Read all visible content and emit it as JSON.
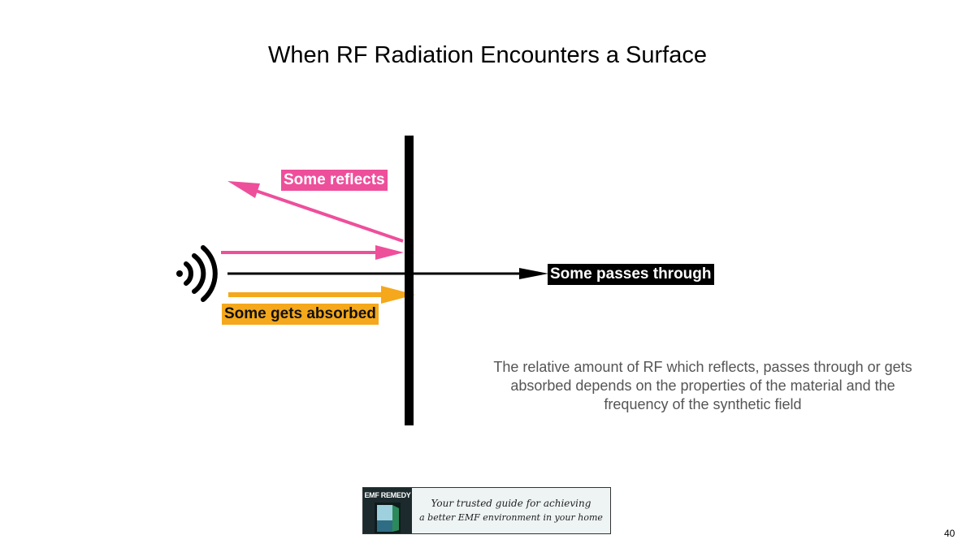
{
  "slide": {
    "title": "When RF Radiation Encounters a Surface",
    "page_number": "40"
  },
  "diagram": {
    "labels": {
      "reflects": "Some reflects",
      "passes": "Some passes through",
      "absorbed": "Some gets absorbed"
    },
    "description": "The relative amount of RF which reflects, passes through or gets absorbed depends on the properties of the material and the frequency of the synthetic field",
    "icons": {
      "source": "wifi-signal-icon"
    },
    "colors": {
      "reflect": "#ee4f9b",
      "absorb": "#f5a81c",
      "pass": "#000000",
      "surface": "#000000"
    }
  },
  "banner": {
    "brand": "EMF REMEDY",
    "tagline_line1": "Your trusted guide for achieving",
    "tagline_line2": "a better EMF environment in your home"
  }
}
